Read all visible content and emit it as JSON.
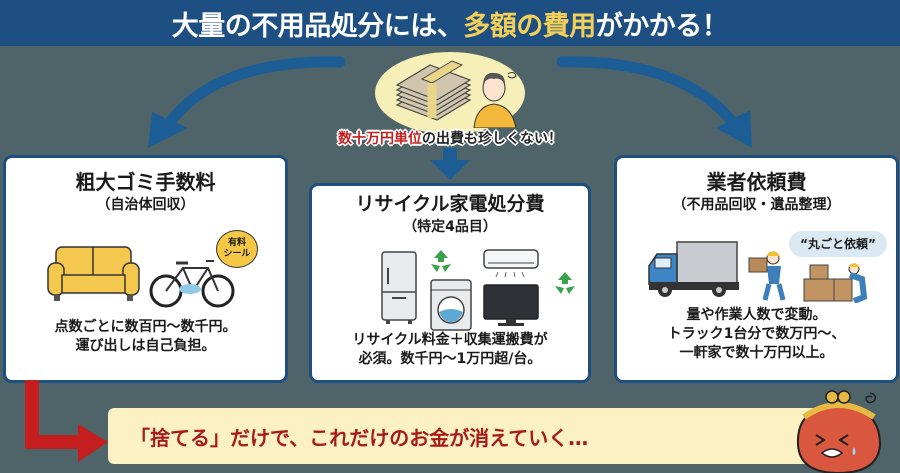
{
  "header": {
    "title_prefix": "大量の不用品処分には、",
    "title_highlight": "多額の費用",
    "title_suffix": "がかかる！",
    "colors": {
      "bar": "#1d4f83",
      "text": "#ffffff",
      "highlight": "#f3cf58"
    }
  },
  "center": {
    "illustration": [
      "money-stack-icon",
      "worried-person-icon"
    ],
    "caption_red": "数十万円単位",
    "caption_rest": "の出費も珍しくない！"
  },
  "cards": [
    {
      "title": "粗大ゴミ手数料",
      "subtitle": "（自治体回収）",
      "illustration": [
        "sofa-icon",
        "bicycle-icon"
      ],
      "badge_line1": "有料",
      "badge_line2": "シール",
      "desc_line1": "点数ごとに数百円〜数千円。",
      "desc_line2": "運び出しは自己負担。"
    },
    {
      "title": "リサイクル家電処分費",
      "subtitle": "（特定4品目）",
      "illustration": [
        "refrigerator-icon",
        "washing-machine-icon",
        "air-conditioner-icon",
        "television-icon",
        "recycle-icon"
      ],
      "desc_line1": "リサイクル料金＋収集運搬費が",
      "desc_line2": "必須。数千円〜1万円超/台。"
    },
    {
      "title": "業者依頼費",
      "subtitle": "（不用品回収・遺品整理）",
      "illustration": [
        "truck-icon",
        "worker-icon",
        "boxes-icon"
      ],
      "speech": "“丸ごと依頼”",
      "desc_line1": "量や作業人数で変動。",
      "desc_line2": "トラック1台分で数万円〜、",
      "desc_line3": "一軒家で数十万円以上。"
    }
  ],
  "footer": {
    "message": "「捨てる」だけで、これだけのお金が消えていく…",
    "illustration": "crying-purse-icon",
    "colors": {
      "bar": "#fbf1c3",
      "text": "#a81a1a",
      "arrow": "#c41e1e"
    }
  },
  "colors": {
    "background": "#4f6469",
    "card_border": "#1e4f80",
    "arrow": "#1d5d96"
  }
}
